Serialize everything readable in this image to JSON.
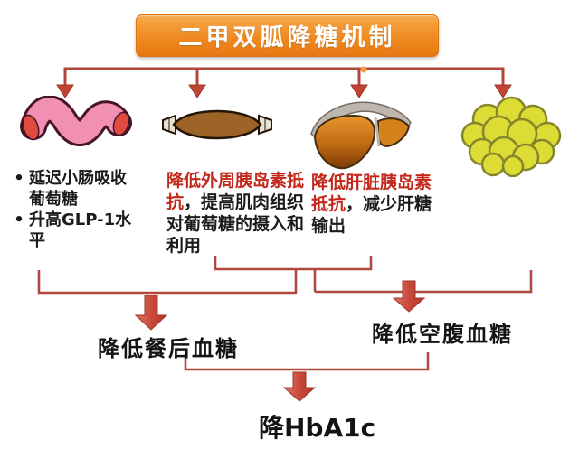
{
  "title": "二甲双胍降糖机制",
  "columns": [
    {
      "organ": "small-intestine",
      "bullets": [
        "延迟小肠吸收葡萄糖",
        "升高GLP-1水平"
      ]
    },
    {
      "organ": "muscle",
      "highlight": "降低外周胰岛素抵抗",
      "rest": "，提高肌肉组织对葡萄糖的摄入和利用"
    },
    {
      "organ": "liver",
      "highlight": "降低肝脏胰岛素抵抗",
      "rest": "，减少肝糖输出"
    },
    {
      "organ": "fat-tissue"
    }
  ],
  "outcomes": {
    "postprandial": "降低餐后血糖",
    "fasting": "降低空腹血糖",
    "hba1c": "降HbA1c"
  },
  "colors": {
    "title_orange": "#EE8118",
    "connector_red": "#B2473E",
    "highlight_text_red": "#C3281B",
    "intestine_pink": "#F290B4",
    "muscle_brown": "#9D6226",
    "liver_orange": "#D5811C",
    "fat_yellow": "#DCDC35"
  }
}
